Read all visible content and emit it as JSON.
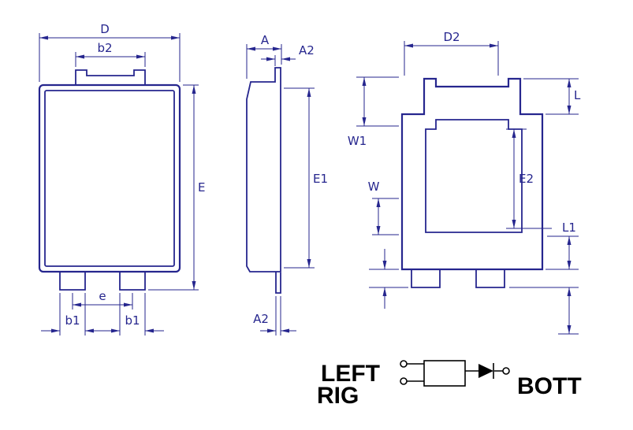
{
  "colors": {
    "drawing": "#26268e",
    "schematic": "#000000",
    "background": "#ffffff"
  },
  "views": {
    "front": {
      "dims": {
        "D": "D",
        "b2": "b2",
        "E": "E",
        "e": "e",
        "b1_left": "b1",
        "b1_right": "b1"
      }
    },
    "side": {
      "dims": {
        "A": "A",
        "A2_top": "A2",
        "E1": "E1",
        "W1": "W1",
        "A2_bottom": "A2"
      }
    },
    "back": {
      "dims": {
        "D2": "D2",
        "L": "L",
        "E2": "E2",
        "W": "W",
        "L1": "L1"
      }
    }
  },
  "schematic": {
    "labels": {
      "left": "LEFT",
      "right": "RIG",
      "bottom": "BOTT"
    }
  }
}
